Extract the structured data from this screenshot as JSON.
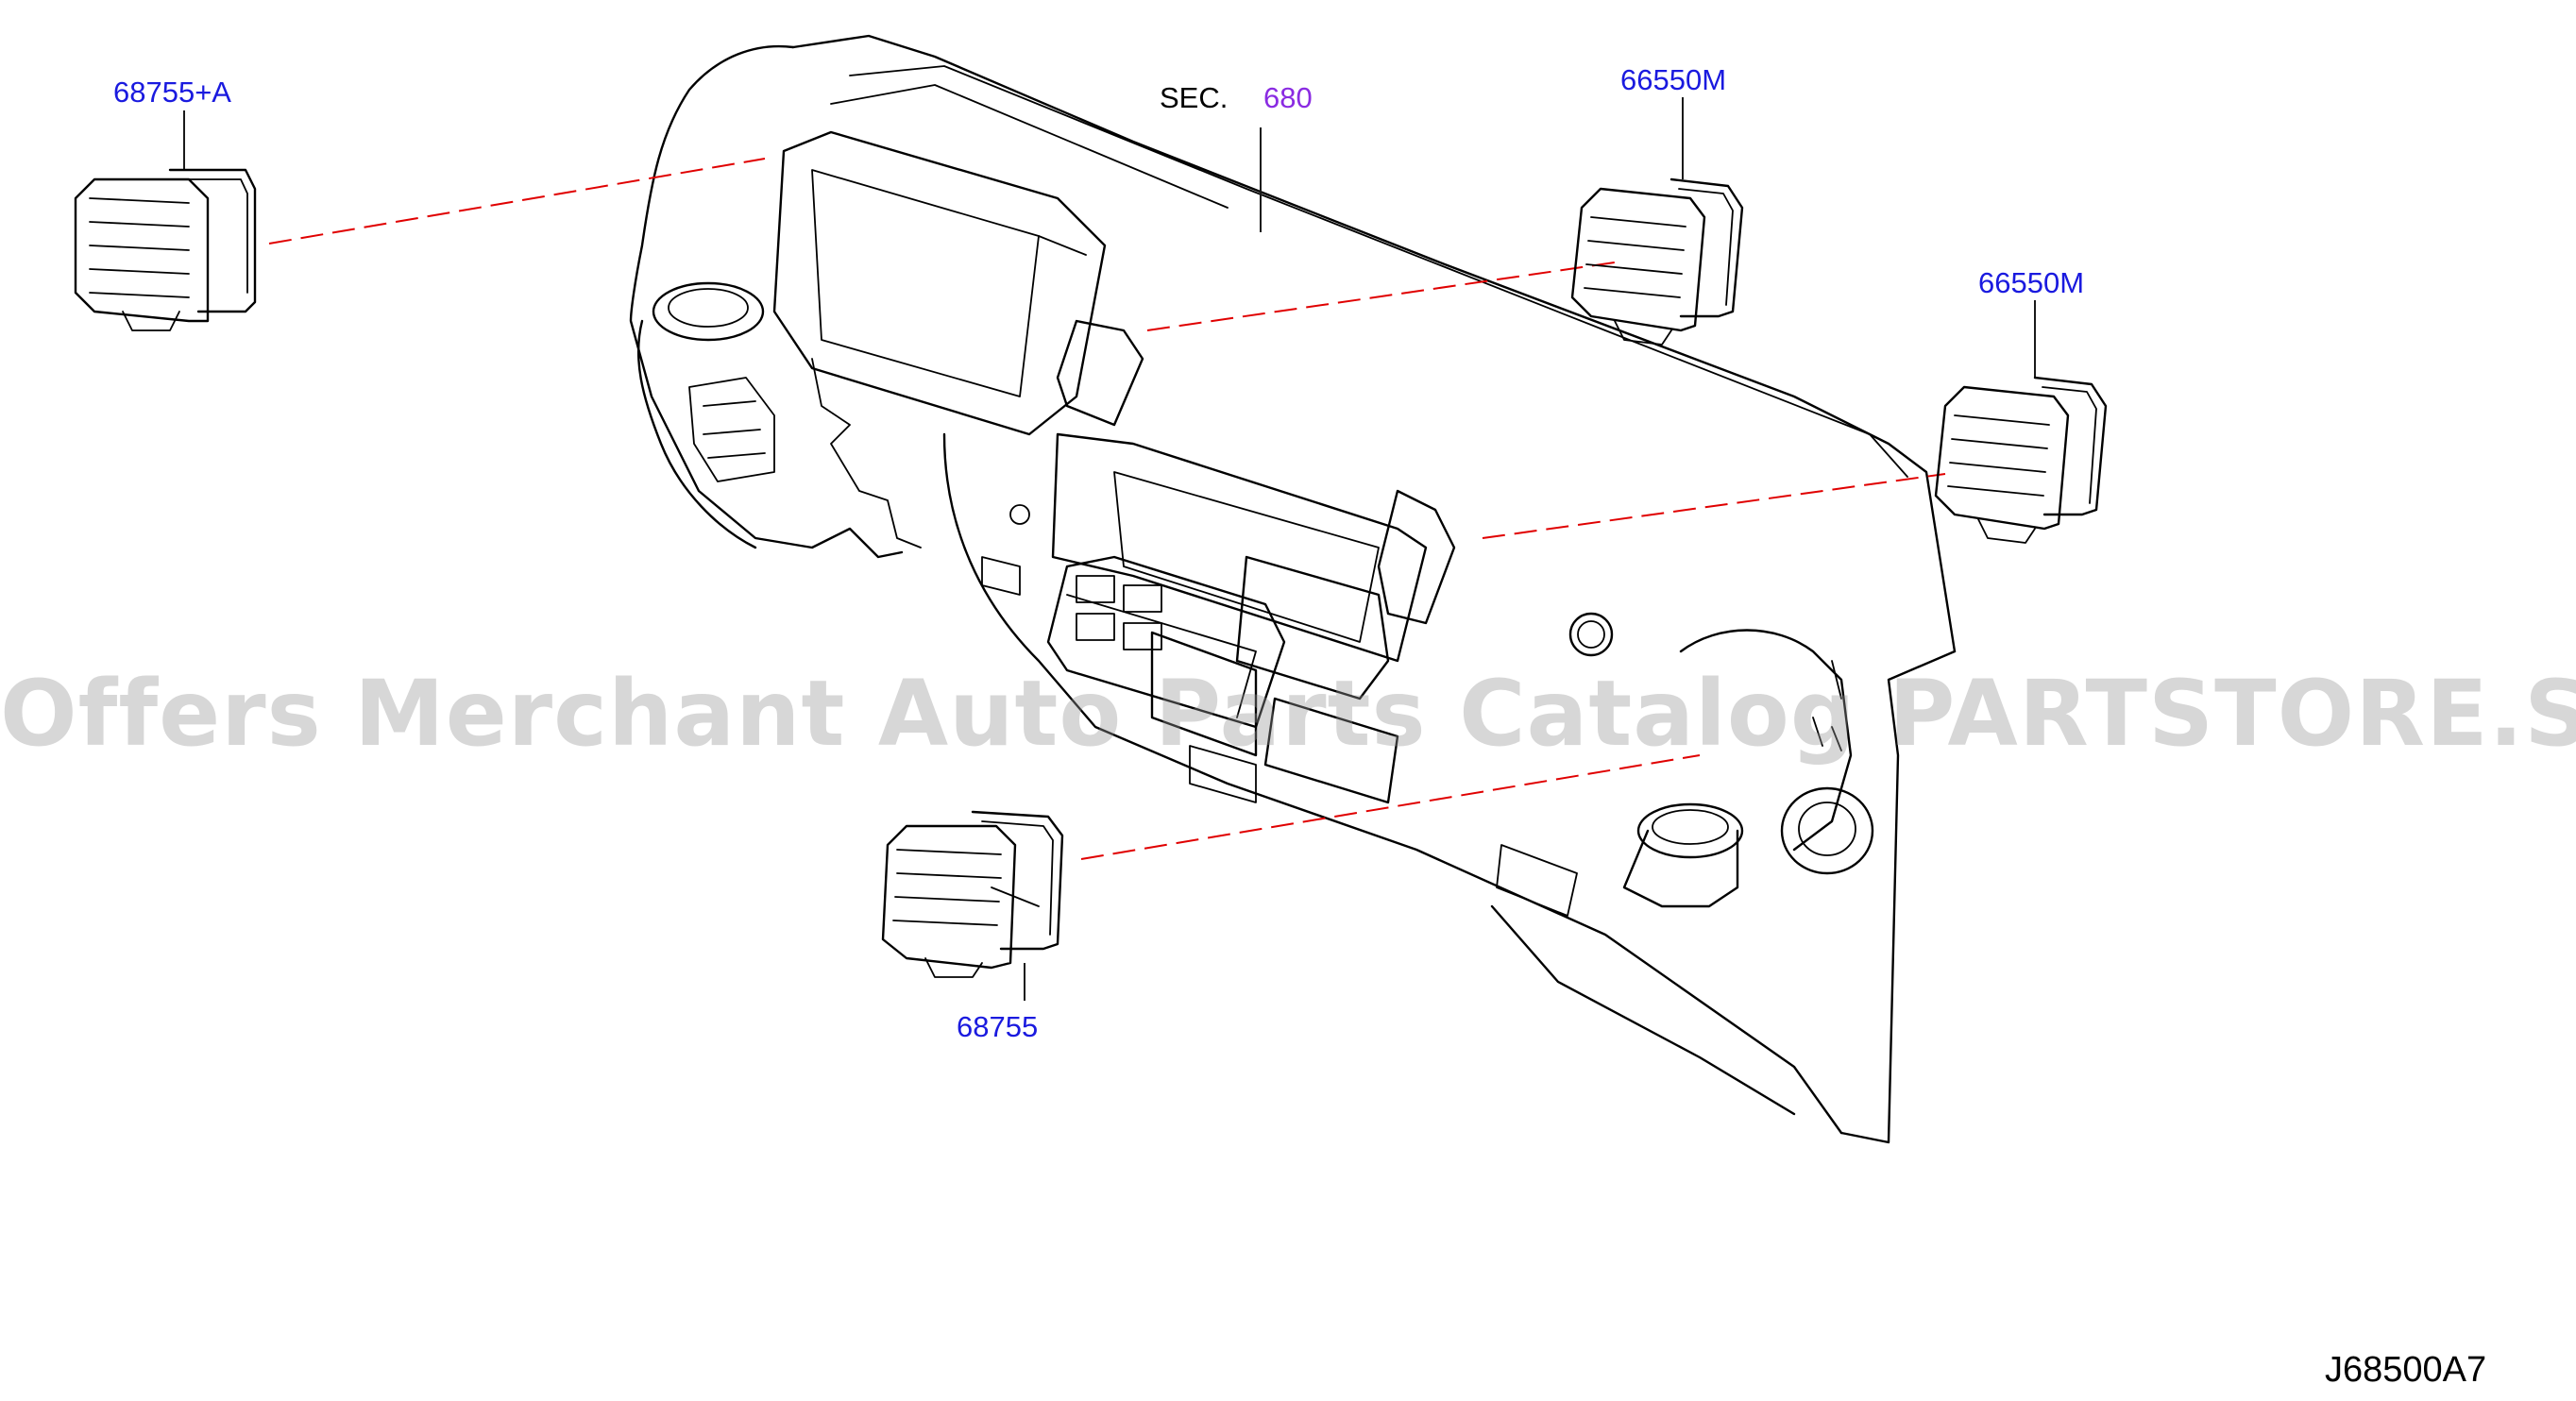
{
  "labels": {
    "vent_upper_left": "68755+A",
    "section_prefix": "SEC.",
    "section_number": "680",
    "vent_upper_right": "66550M",
    "vent_right": "66550M",
    "vent_lower": "68755"
  },
  "diagram_code": "J68500A7",
  "watermark": "Offers Merchant Auto Parts Catalog PARTSTORE.SA",
  "colors": {
    "part_label": "#1a1adf",
    "section_label": "#8a2be2",
    "dash_line": "#e00000",
    "outline": "#000000"
  }
}
